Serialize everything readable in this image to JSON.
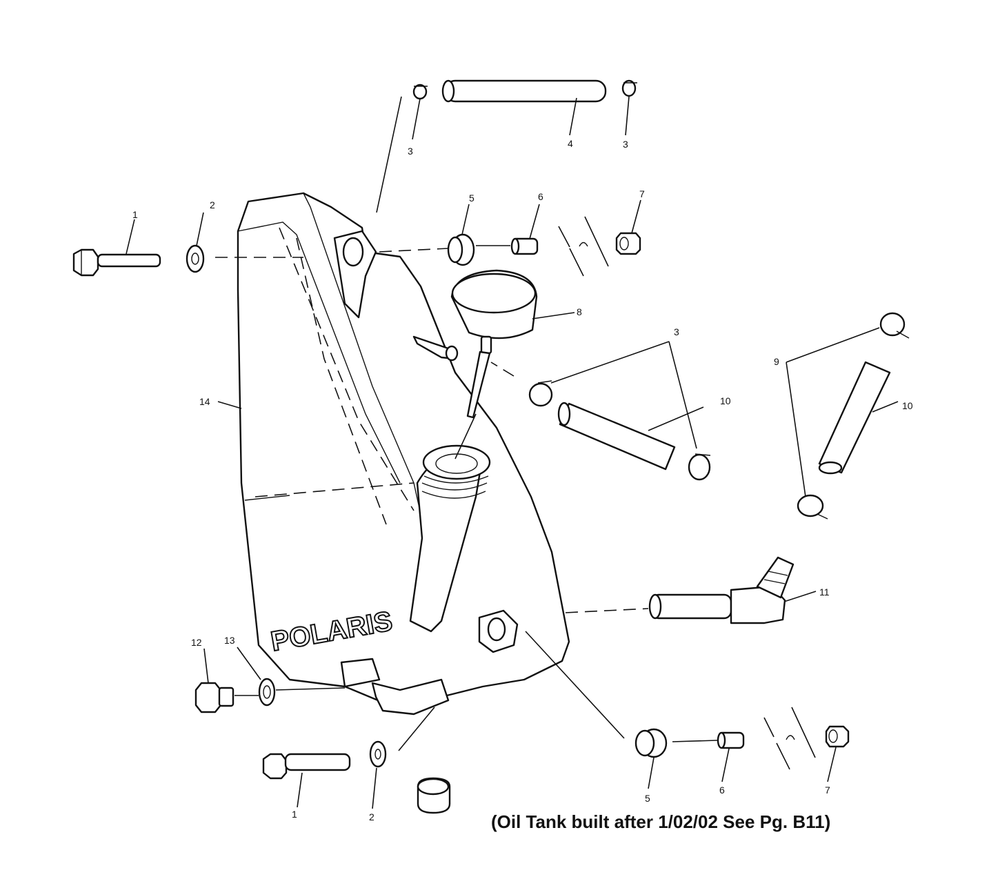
{
  "tank_logo": "POLARIS",
  "note": "(Oil Tank built after 1/02/02 See Pg. B11)",
  "callouts": {
    "c1_top": "1",
    "c2_top": "2",
    "c3_top_left": "3",
    "c4": "4",
    "c3_top_right": "3",
    "c5_top": "5",
    "c6_top": "6",
    "c7_top": "7",
    "c8": "8",
    "c3_mid": "3",
    "c9": "9",
    "c10_mid": "10",
    "c10_right": "10",
    "c11": "11",
    "c14": "14",
    "c12": "12",
    "c13": "13",
    "c1_bottom": "1",
    "c2_bottom": "2",
    "c5_bottom": "5",
    "c6_bottom": "6",
    "c7_bottom": "7"
  }
}
